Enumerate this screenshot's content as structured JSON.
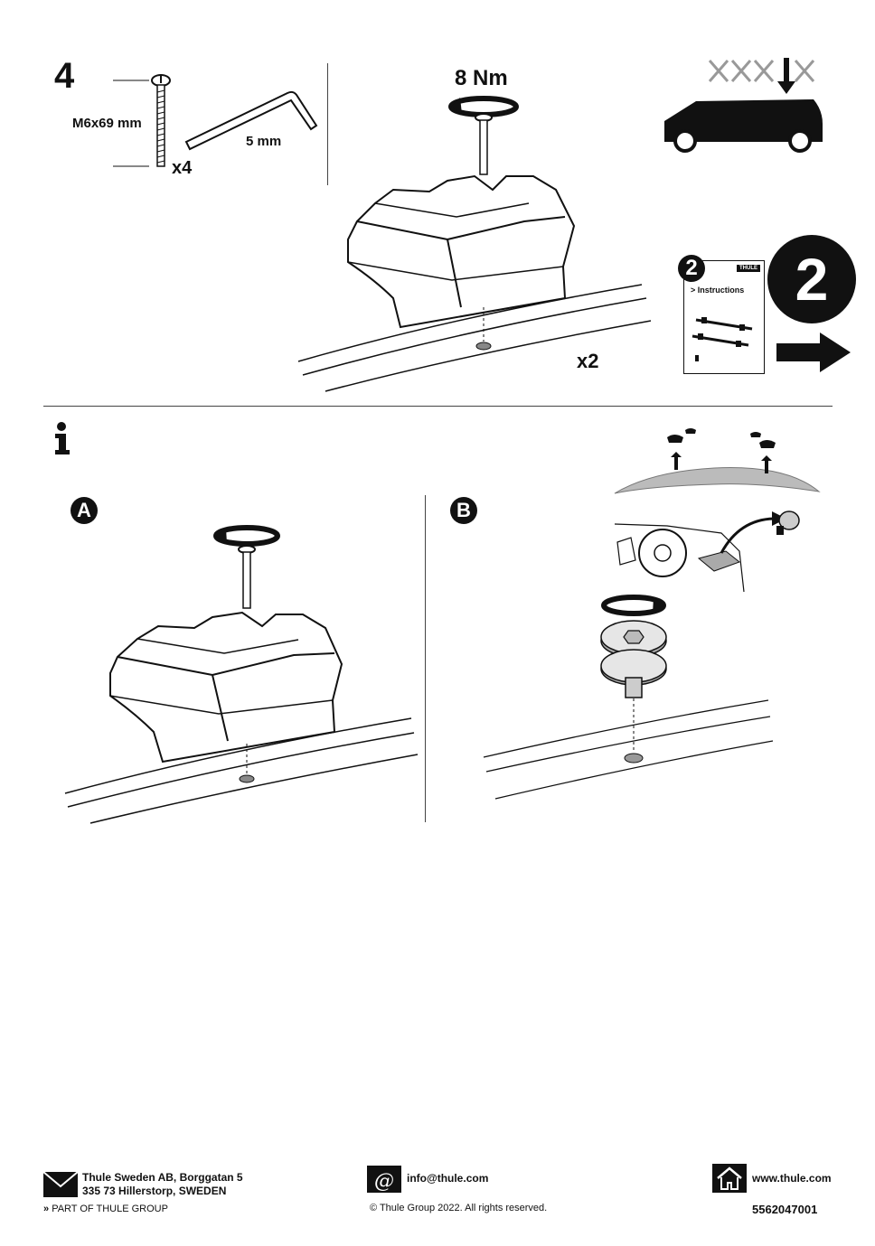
{
  "step": {
    "number": "4"
  },
  "parts": {
    "bolt_spec": "M6x69 mm",
    "bolt_qty": "x4",
    "key_size": "5 mm"
  },
  "main_illustration": {
    "torque": "8 Nm",
    "qty": "x2"
  },
  "next_ref": {
    "badge": "2",
    "booklet_brand": "THULE",
    "booklet_title": "> Instructions",
    "big_number": "2"
  },
  "info": {
    "icon": "info-icon",
    "variant_a": "A",
    "variant_b": "B"
  },
  "footer": {
    "address_line1": "Thule Sweden AB, Borggatan 5",
    "address_line2": "335 73 Hillerstorp, SWEDEN",
    "group": "PART OF THULE GROUP",
    "email": "info@thule.com",
    "copyright": "© Thule Group 2022. All rights reserved.",
    "website": "www.thule.com",
    "doc_number": "5562047001"
  }
}
